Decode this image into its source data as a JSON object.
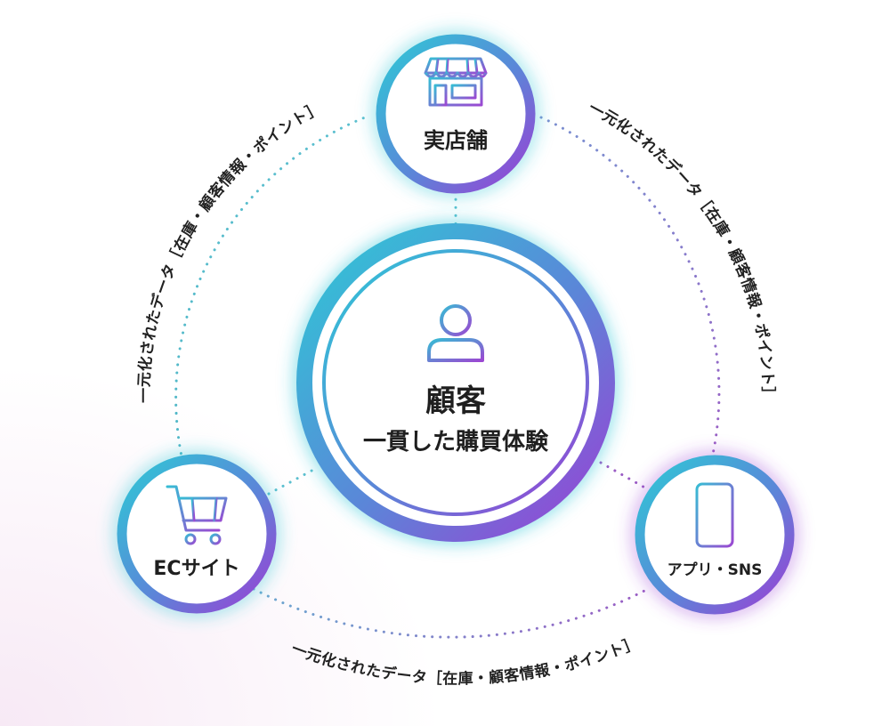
{
  "colors": {
    "cyan": "#2ec9d6",
    "purple": "#9b3fd4",
    "dots_cyan": "#5bbfcf",
    "dots_purple": "#9a5cc4",
    "text": "#1f1f1f"
  },
  "center": {
    "title": "顧客",
    "subtitle": "一貫した購買体験",
    "icon": "person-icon"
  },
  "nodes": {
    "store": {
      "label": "実店舗",
      "icon": "storefront-icon"
    },
    "ec": {
      "label": "ECサイト",
      "icon": "shopping-cart-icon"
    },
    "app": {
      "label": "アプリ・SNS",
      "icon": "smartphone-icon"
    }
  },
  "connections": {
    "left": "一元化されたデータ［在庫・顧客情報・ポイント］",
    "right": "一元化されたデータ［在庫・顧客情報・ポイント］",
    "bottom": "一元化されたデータ［在庫・顧客情報・ポイント］"
  }
}
